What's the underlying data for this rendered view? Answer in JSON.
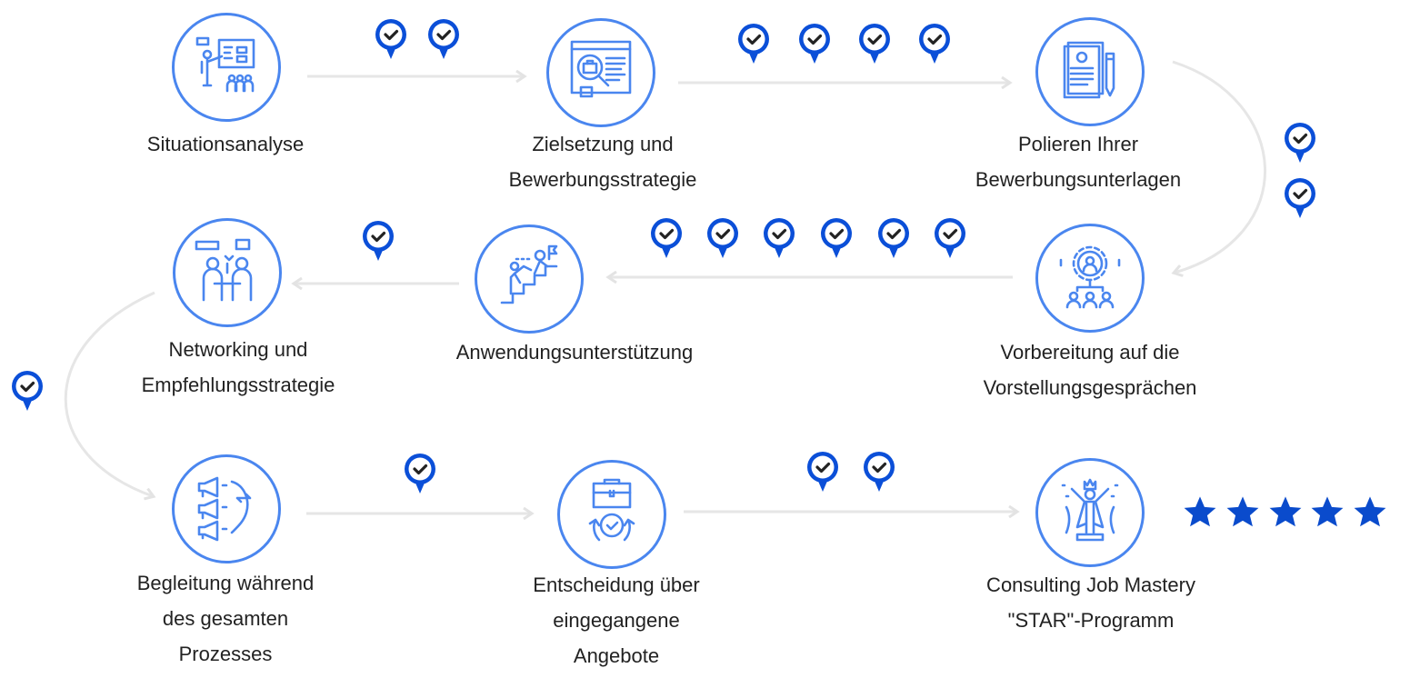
{
  "steps": [
    {
      "id": "situationsanalyse",
      "lines": [
        "Situationsanalyse"
      ],
      "icon": "presentation-icon"
    },
    {
      "id": "zielsetzung",
      "lines": [
        "Zielsetzung und",
        "Bewerbungsstrategie"
      ],
      "icon": "job-search-icon"
    },
    {
      "id": "polieren",
      "lines": [
        "Polieren Ihrer",
        "Bewerbungsunterlagen"
      ],
      "icon": "documents-pen-icon"
    },
    {
      "id": "vorbereitung",
      "lines": [
        "Vorbereitung auf die",
        "Vorstellungsgesprächen"
      ],
      "icon": "gear-people-icon"
    },
    {
      "id": "anwendung",
      "lines": [
        "Anwendungsunterstützung"
      ],
      "icon": "climbing-stairs-icon"
    },
    {
      "id": "networking",
      "lines": [
        "Networking und",
        "Empfehlungsstrategie"
      ],
      "icon": "meeting-icon"
    },
    {
      "id": "begleitung",
      "lines": [
        "Begleitung während",
        "des gesamten",
        "Prozesses"
      ],
      "icon": "megaphone-icon"
    },
    {
      "id": "entscheidung",
      "lines": [
        "Entscheidung über",
        "eingegangene",
        "Angebote"
      ],
      "icon": "briefcase-clock-icon"
    },
    {
      "id": "consulting",
      "lines": [
        "Consulting Job Mastery",
        "\"STAR\"-Programm"
      ],
      "icon": "winner-icon"
    }
  ],
  "rating": {
    "stars": 5,
    "max": 5
  },
  "colors": {
    "circle": "#4a86ef",
    "pin": "#0b4fd8",
    "star": "#0a4bcc",
    "line": "#e6e6e6"
  }
}
